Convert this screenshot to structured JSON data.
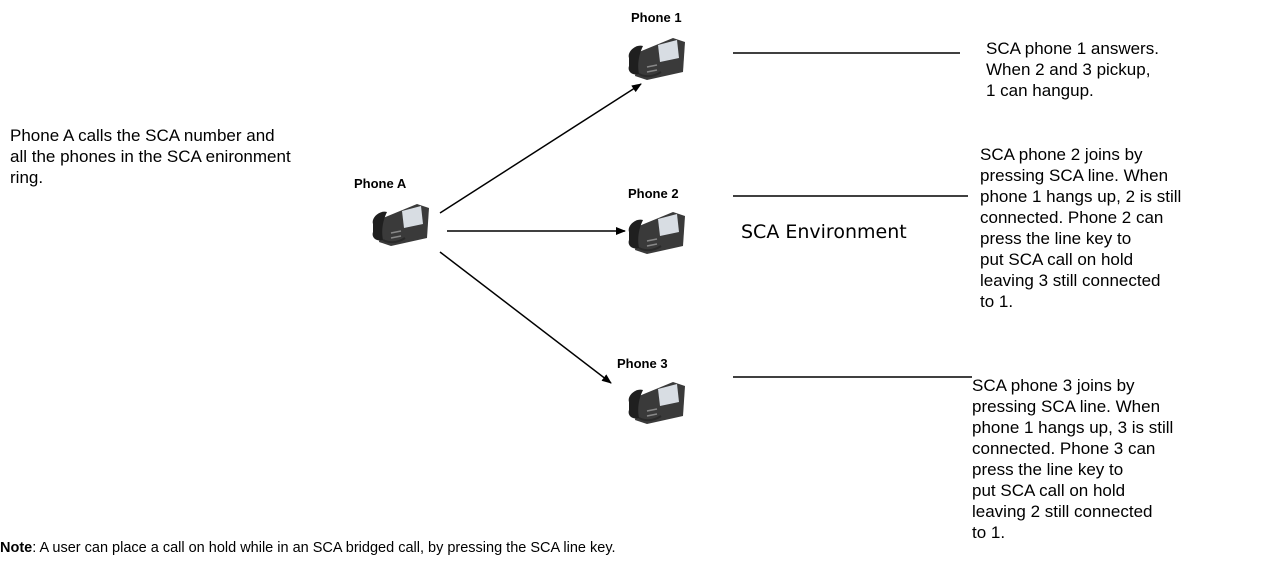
{
  "intro_text": "Phone A calls the SCA number and\nall the phones in the SCA enironment\nring.",
  "env_label": "SCA Environment",
  "phones": {
    "a": {
      "label": "Phone A",
      "icon": "desk-phone-icon"
    },
    "p1": {
      "label": "Phone 1",
      "icon": "desk-phone-icon"
    },
    "p2": {
      "label": "Phone 2",
      "icon": "desk-phone-icon"
    },
    "p3": {
      "label": "Phone 3",
      "icon": "desk-phone-icon"
    }
  },
  "notes": {
    "p1": "SCA phone 1 answers.\nWhen 2 and 3 pickup,\n1 can hangup.",
    "p2": "SCA phone 2 joins by\npressing SCA line. When\nphone 1 hangs up, 2 is still\nconnected. Phone 2 can\npress the line key to\nput SCA call on hold\nleaving 3 still connected\nto 1.",
    "p3": "SCA phone 3 joins by\npressing SCA line. When\nphone 1 hangs up, 3 is still\nconnected. Phone 3 can\npress the line key to\nput SCA call on hold\nleaving 2 still connected\nto 1."
  },
  "footnote": {
    "bold": "Note",
    "rest": ": A user can place a call on hold while in an SCA bridged call, by pressing the SCA line key."
  },
  "colors": {
    "line": "#000000",
    "phone_body": "#3a3a3a",
    "phone_screen": "#d8dde3"
  }
}
